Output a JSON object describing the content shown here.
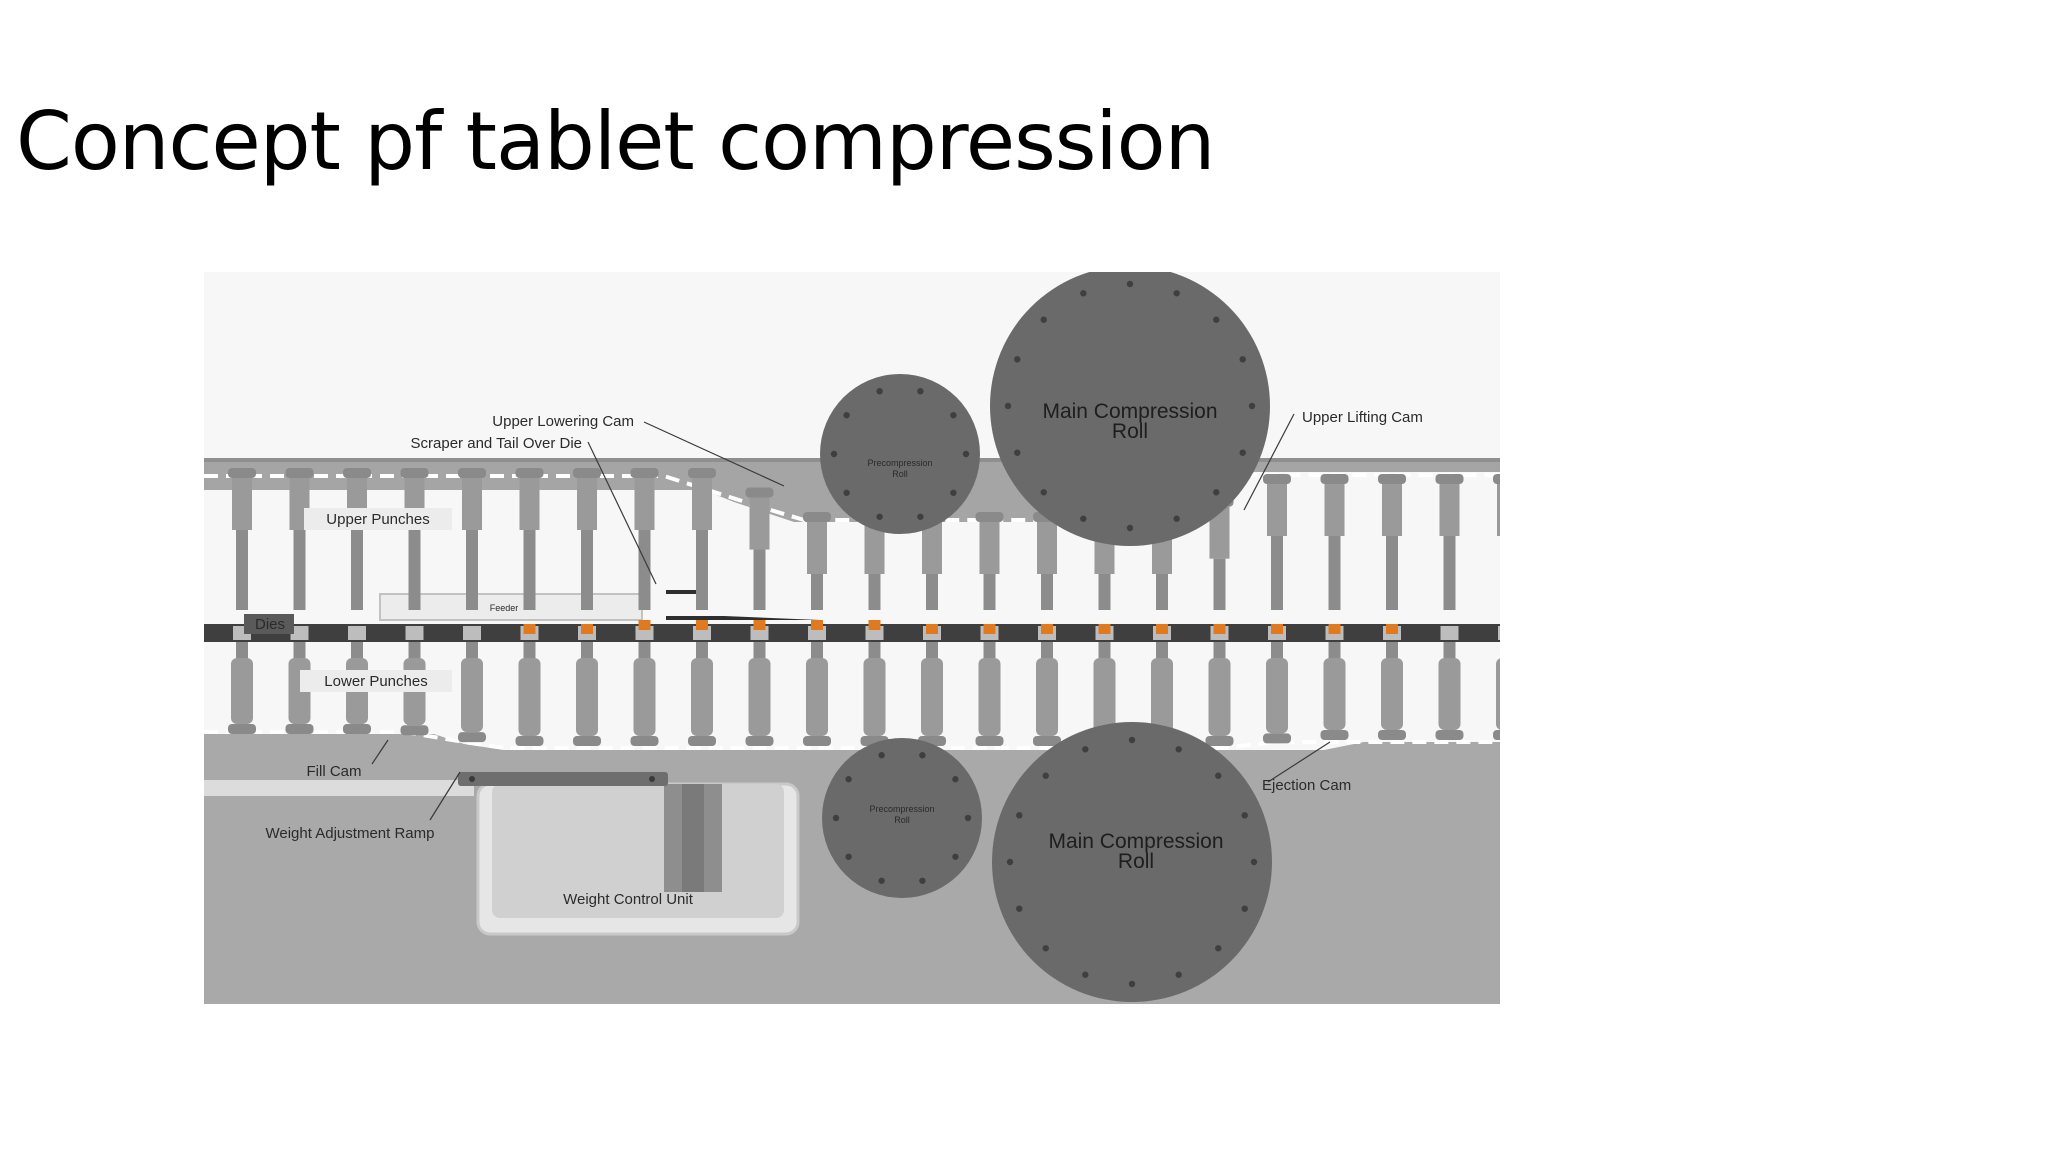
{
  "slide": {
    "title": "Concept pf tablet compression"
  },
  "diagram": {
    "labels": {
      "upper_lowering_cam": "Upper  Lowering Cam",
      "scraper_tail_over_die": "Scraper and Tail Over Die",
      "upper_punches": "Upper Punches",
      "dies": "Dies",
      "feeder": "Feeder",
      "lower_punches": "Lower Punches",
      "fill_cam": "Fill Cam",
      "weight_adjustment_ramp": "Weight Adjustment Ramp",
      "weight_control_unit": "Weight Control Unit",
      "precompression_roll_word1": "Precompression",
      "precompression_roll_word2": "Roll",
      "main_compression_roll_line1": "Main Compression",
      "main_compression_roll_line2": "Roll",
      "upper_lifting_cam": "Upper  Lifting Cam",
      "ejection_cam": "Ejection Cam"
    },
    "colors": {
      "machine_gray": "#a9a9a9",
      "roll_gray": "#6a6a6a",
      "punch_gray": "#9a9a9a",
      "die_table": "#3f3f3f",
      "tablet_orange": "#e07a20"
    }
  }
}
